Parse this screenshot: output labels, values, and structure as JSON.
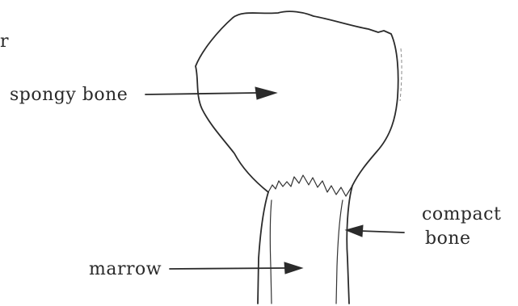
{
  "labels": {
    "edge_fragment": "r",
    "spongy_bone": "spongy bone",
    "compact_bone_line1": "compact",
    "compact_bone_line2": "bone",
    "marrow": "marrow"
  }
}
